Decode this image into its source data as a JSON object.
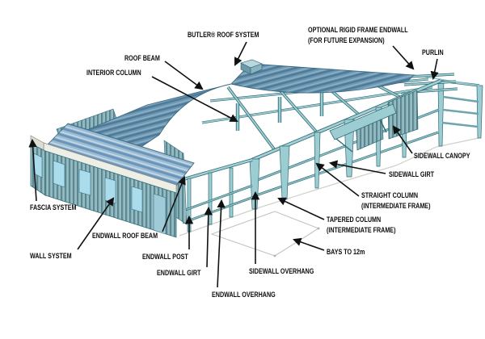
{
  "diagram": {
    "description": "Cutaway illustration of a pre-engineered metal building system with callout labels",
    "background_color": "#ffffff",
    "label_text_color": "#0d0d0d",
    "arrow_color": "#111111",
    "colors": {
      "roof_deck_blue": "#6e97b2",
      "roof_stripe_dark": "#4d7a98",
      "frame_member_teal": "#a4d0d5",
      "frame_outline": "#2f6b74",
      "wall_panel_teal": "#85aeb5",
      "wall_rib_dark": "#54828e",
      "fascia_white": "#edeee6",
      "window_blue": "#aadcec",
      "ground_line_gray": "#c4c4be"
    },
    "labels": [
      {
        "id": "fascia-system",
        "line1": "FASCIA SYSTEM",
        "line2": ""
      },
      {
        "id": "wall-system",
        "line1": "WALL SYSTEM",
        "line2": ""
      },
      {
        "id": "interior-column",
        "line1": "INTERIOR COLUMN",
        "line2": ""
      },
      {
        "id": "roof-beam",
        "line1": "ROOF BEAM",
        "line2": ""
      },
      {
        "id": "butler-roof-system",
        "line1": "BUTLER® ROOF SYSTEM",
        "line2": ""
      },
      {
        "id": "endwall-roof-beam",
        "line1": "ENDWALL ROOF BEAM",
        "line2": ""
      },
      {
        "id": "endwall-post",
        "line1": "ENDWALL POST",
        "line2": ""
      },
      {
        "id": "endwall-girt",
        "line1": "ENDWALL GIRT",
        "line2": ""
      },
      {
        "id": "endwall-overhang",
        "line1": "ENDWALL OVERHANG",
        "line2": ""
      },
      {
        "id": "sidewall-overhang",
        "line1": "SIDEWALL OVERHANG",
        "line2": ""
      },
      {
        "id": "bays-to-12m",
        "line1": "BAYS TO 12m",
        "line2": ""
      },
      {
        "id": "tapered-column",
        "line1": "TAPERED COLUMN",
        "line2": "(INTERMEDIATE FRAME)"
      },
      {
        "id": "straight-column",
        "line1": "STRAIGHT COLUMN",
        "line2": "(INTERMEDIATE FRAME)"
      },
      {
        "id": "sidewall-girt",
        "line1": "SIDEWALL GIRT",
        "line2": ""
      },
      {
        "id": "sidewall-canopy",
        "line1": "SIDEWALL CANOPY",
        "line2": ""
      },
      {
        "id": "purlin",
        "line1": "PURLIN",
        "line2": ""
      },
      {
        "id": "optional-rigid-frame-endwall",
        "line1": "OPTIONAL RIGID FRAME ENDWALL",
        "line2": "(FOR FUTURE EXPANSION)"
      }
    ]
  }
}
